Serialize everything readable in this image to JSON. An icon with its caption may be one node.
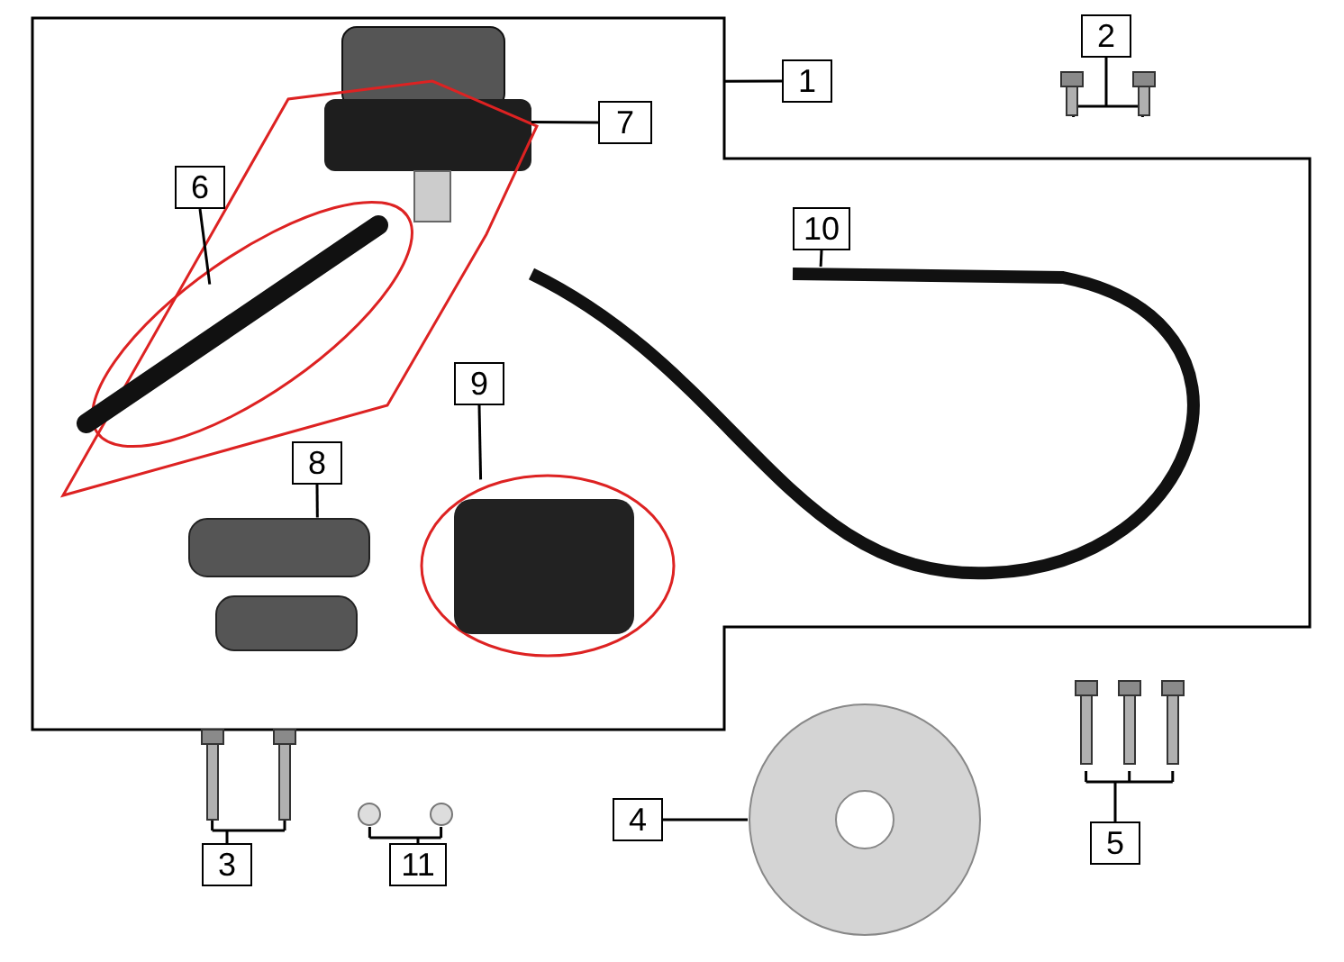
{
  "diagram": {
    "nodes": [
      {
        "text": [],
        "shape": "box"
      },
      {
        "text": [
          "1"
        ]
      },
      {
        "text": [
          "2"
        ]
      },
      {
        "text": [],
        "shape": "picture"
      },
      {
        "text": [
          "7"
        ],
        "in": 0
      },
      {
        "text": [],
        "shape": "picture",
        "in": 0
      },
      {
        "text": [
          "6"
        ],
        "in": 0
      },
      {
        "text": [],
        "shape": "picture",
        "in": 0
      },
      {
        "text": [
          "10"
        ],
        "in": 0
      },
      {
        "text": [],
        "shape": "picture",
        "in": 0
      },
      {
        "text": [
          "9"
        ],
        "in": 0
      },
      {
        "text": [],
        "shape": "picture",
        "in": 0
      },
      {
        "text": [
          "8"
        ],
        "in": 0
      },
      {
        "text": [],
        "shape": "picture",
        "in": 0
      },
      {
        "text": [],
        "shape": "picture"
      },
      {
        "text": [
          "4"
        ]
      },
      {
        "text": [],
        "shape": "picture"
      },
      {
        "text": [
          "5"
        ]
      },
      {
        "text": [],
        "shape": "picture"
      },
      {
        "text": [
          "3"
        ]
      },
      {
        "text": [],
        "shape": "picture"
      },
      {
        "text": [
          "11"
        ]
      }
    ],
    "edges": [
      {
        "from": 1,
        "to": 0,
        "arrow": "none"
      },
      {
        "from": 2,
        "to": 3,
        "arrow": "none"
      },
      {
        "from": 4,
        "to": 5,
        "arrow": "none"
      },
      {
        "from": 6,
        "to": 7,
        "arrow": "none"
      },
      {
        "from": 8,
        "to": 9,
        "arrow": "none"
      },
      {
        "from": 10,
        "to": 11,
        "arrow": "none"
      },
      {
        "from": 12,
        "to": 13,
        "arrow": "none"
      },
      {
        "from": 15,
        "to": 14,
        "arrow": "none"
      },
      {
        "from": 17,
        "to": 16,
        "arrow": "none"
      },
      {
        "from": 19,
        "to": 18,
        "arrow": "none"
      },
      {
        "from": 21,
        "to": 20,
        "arrow": "none"
      }
    ]
  }
}
